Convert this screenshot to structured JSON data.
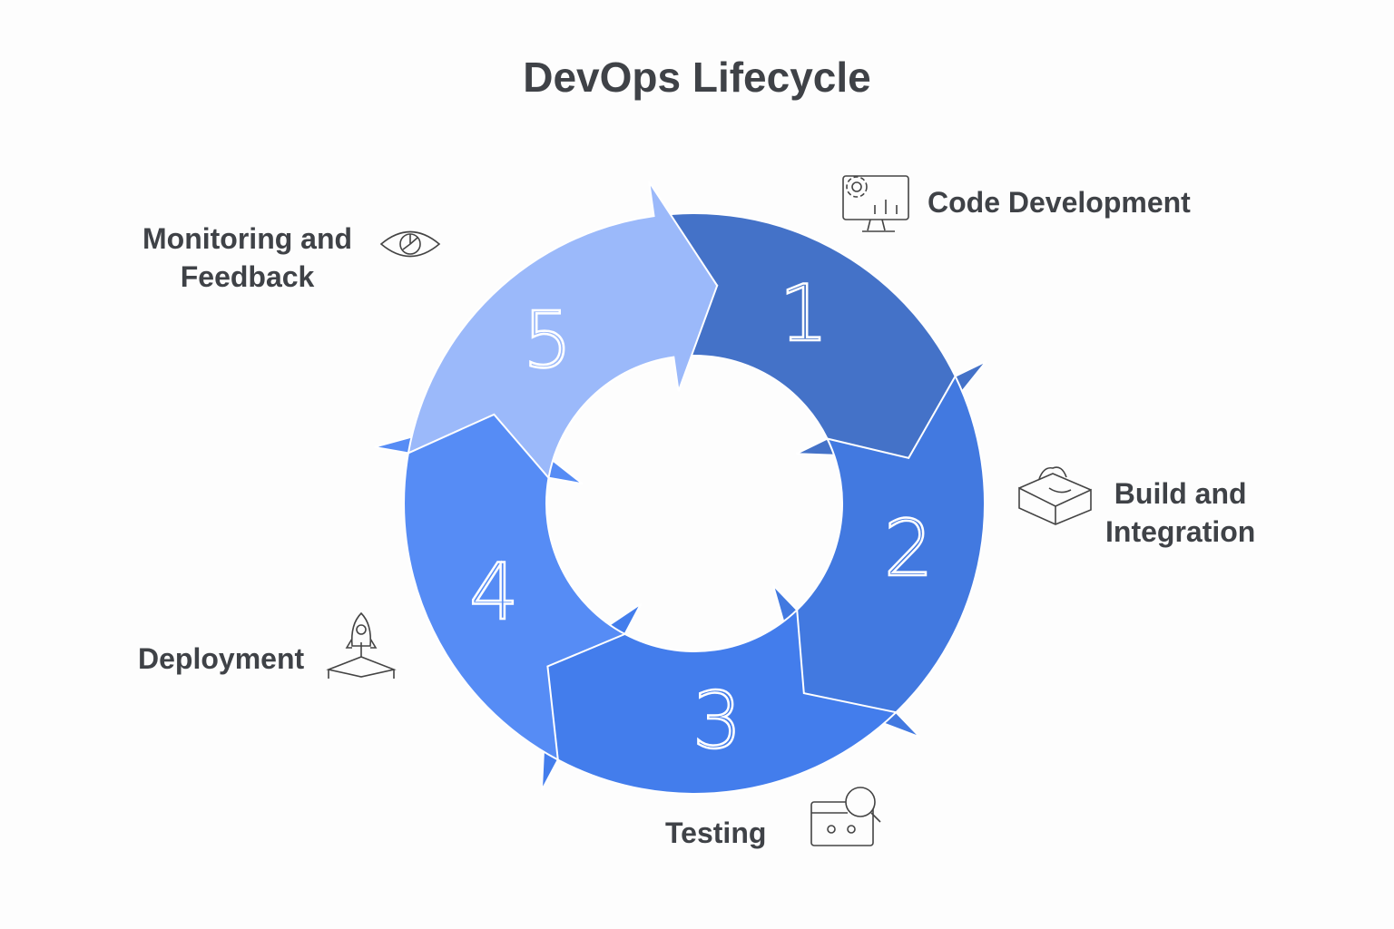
{
  "title": "DevOps Lifecycle",
  "stages": [
    {
      "number": "1",
      "label": "Code Development",
      "icon": "monitor-gear-icon",
      "color": "#4472C8"
    },
    {
      "number": "2",
      "label": "Build and Integration",
      "label_lines": [
        "Build and",
        "Integration"
      ],
      "icon": "open-box-icon",
      "color": "#4279E0"
    },
    {
      "number": "3",
      "label": "Testing",
      "icon": "device-magnifier-icon",
      "color": "#437DEC"
    },
    {
      "number": "4",
      "label": "Deployment",
      "icon": "rocket-launch-icon",
      "color": "#568CF5"
    },
    {
      "number": "5",
      "label": "Monitoring and Feedback",
      "label_lines": [
        "Monitoring and",
        "Feedback"
      ],
      "icon": "eye-chart-icon",
      "color": "#9BB9FA"
    }
  ]
}
